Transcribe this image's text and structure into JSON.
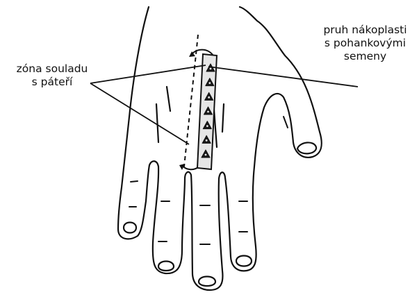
{
  "labels": {
    "spine_zone": [
      "zóna souladu",
      "s páteří"
    ],
    "plaster_strip": [
      "pruh nákoplasti",
      "s pohankovými",
      "semeny"
    ]
  },
  "colors": {
    "ink": "#111111",
    "strip_fill": "#e6e6e6",
    "seed": "#1a1a1a"
  },
  "strip": {
    "seed_count": 7
  }
}
